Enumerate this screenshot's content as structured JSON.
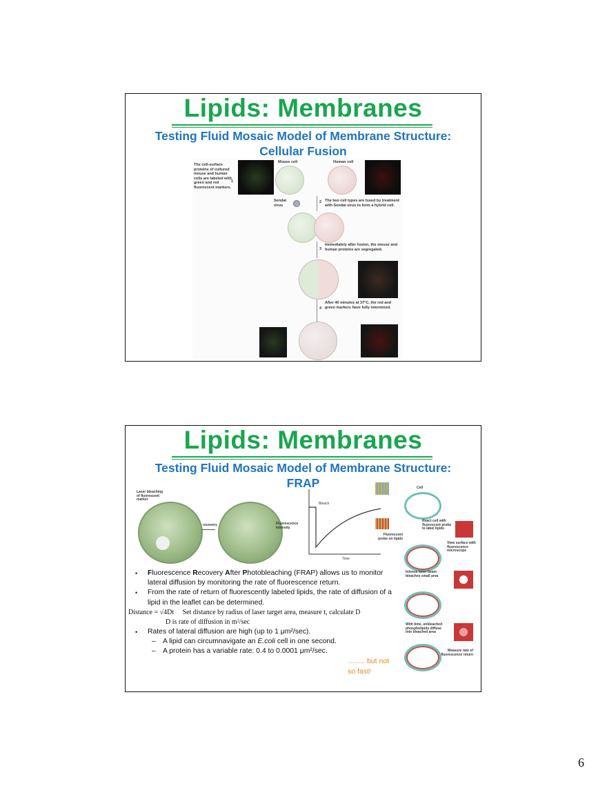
{
  "slides": [
    {
      "title": "Lipids:  Membranes",
      "subtitle_line1": "Testing Fluid Mosaic Model of Membrane Structure:",
      "subtitle_line2": "Cellular Fusion",
      "figure": {
        "mouse_label": "Mouse cell",
        "human_label": "Human cell",
        "caption1": "The cell-surface proteins of cultured mouse and human cells are labeled with green and red fluorescent markers.",
        "step1": "1",
        "sendai_label": "Sendai virus",
        "caption2": "The two cell types are fused by treatment with Sendai virus to form a hybrid cell.",
        "step2": "2",
        "caption3": "Immediately after fusion, the mouse and human proteins are segregated.",
        "step3": "3",
        "caption4": "After 40 minutes at 37°C, the red and green markers have fully intermixed.",
        "step4": "4"
      }
    },
    {
      "title": "Lipids:  Membranes",
      "subtitle_line1": "Testing Fluid Mosaic Model of Membrane Structure:",
      "subtitle_line2": "FRAP",
      "left_figure": {
        "label_laser": "Laser bleaching of fluorescent marker",
        "label_recovery": "recovery",
        "label_fluor": "Fluorescence intensity",
        "label_bleach": "Bleach",
        "label_time": "Time"
      },
      "right_figure": {
        "cell": "Cell",
        "react": "React cell with fluorescent probe to label lipids",
        "probe": "Fluorescent probe on lipids",
        "view": "View surface with fluorescence microscope",
        "laser": "Intense laser beam bleaches small area",
        "diffuse": "With time, unbleached phospholipids diffuse into bleached area",
        "measure": "Measure rate of fluorescence return"
      },
      "bullets": {
        "b1_F": "F",
        "b1_a": "luorescence ",
        "b1_R": "R",
        "b1_b": "ecovery ",
        "b1_A": "A",
        "b1_c": "fter ",
        "b1_P": "P",
        "b1_d": "hotobleaching (FRAP) allows us to monitor lateral diffusion by monitoring the rate of fluorescence return.",
        "b2": "From the rate of return of fluorescently labeled lipids, the rate of diffusion of a lipid in the leaflet can be determined.",
        "formula_a": "Distance = √4Dt",
        "formula_b": "Set distance by radius of laser target area, measure t, calculate D",
        "formula_c": "D is rate of diffusion in m²/sec",
        "b3": "Rates of lateral diffusion are high (up to 1 μm²/sec).",
        "s1_a": "A lipid can circumnavigate an ",
        "s1_b": "E.coli",
        "s1_c": " cell in one second.",
        "s2": "A protein has a variable rate: 0.4 to 0.0001 μm²/sec.",
        "note": "…..... but not so fast!"
      }
    }
  ],
  "page_number": "6",
  "colors": {
    "title": "#19a64f",
    "subtitle": "#1f74bd",
    "note": "#e08a1e"
  }
}
